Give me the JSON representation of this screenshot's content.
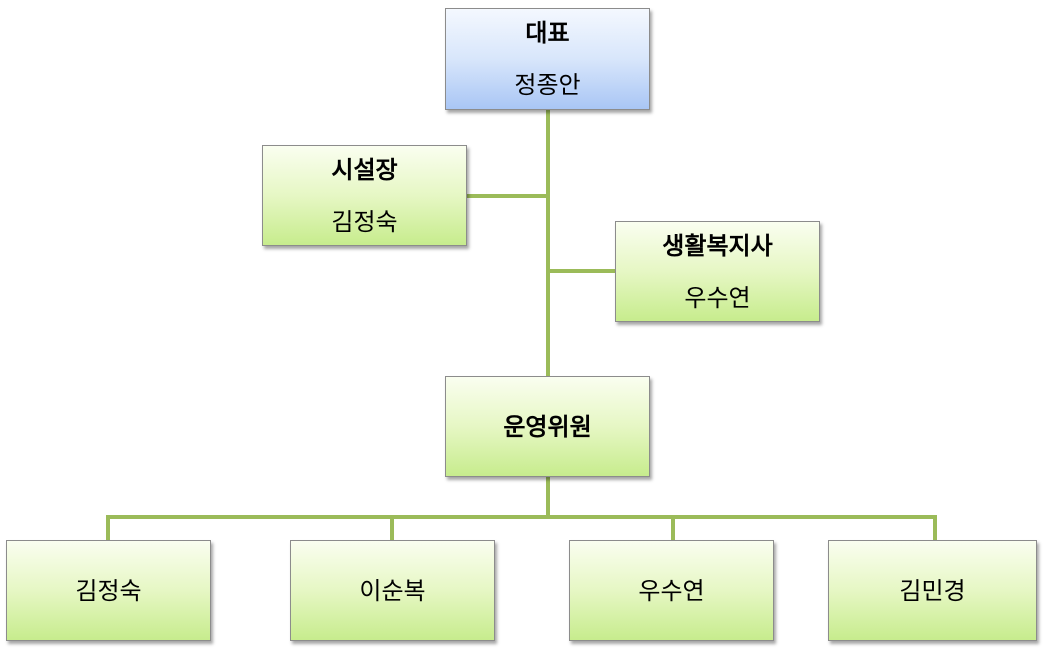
{
  "colors": {
    "connector": "#9bbb59",
    "green_node_top": "#fafef0",
    "green_node_bottom": "#c7ec8d",
    "blue_node_top": "#f4f8fe",
    "blue_node_bottom": "#a9c6f5"
  },
  "org": {
    "ceo": {
      "title": "대표",
      "name": "정종안"
    },
    "facility_head": {
      "title": "시설장",
      "name": "김정숙"
    },
    "social_worker": {
      "title": "생활복지사",
      "name": "우수연"
    },
    "committee": {
      "title": "운영위원"
    },
    "members": [
      {
        "name": "김정숙"
      },
      {
        "name": "이순복"
      },
      {
        "name": "우수연"
      },
      {
        "name": "김민경"
      }
    ]
  }
}
